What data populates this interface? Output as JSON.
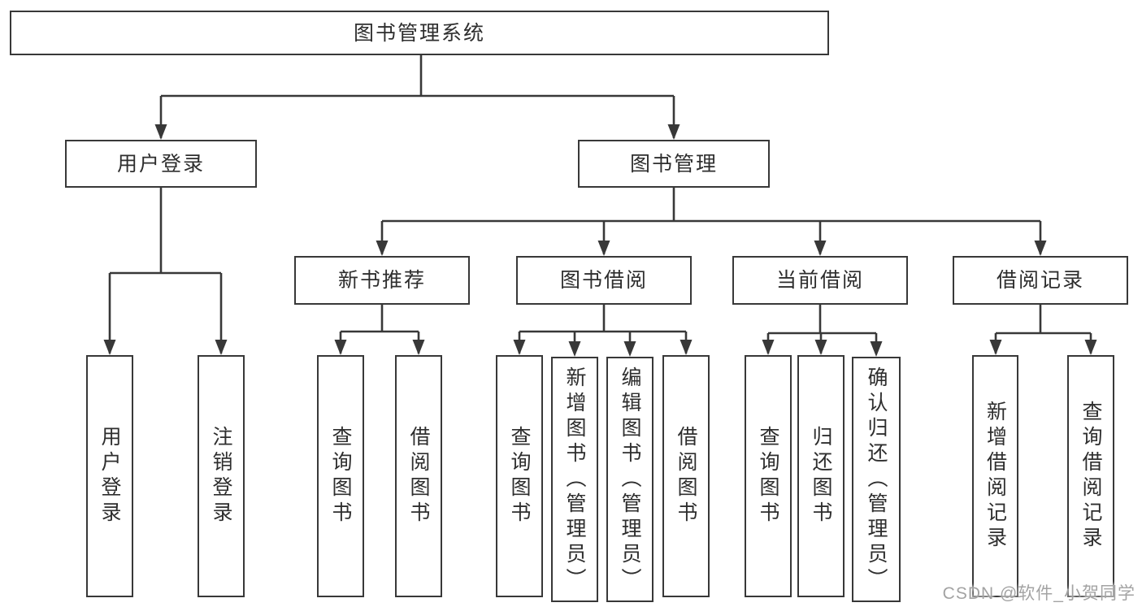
{
  "diagram": {
    "title": "图书管理系统",
    "login_branch": {
      "label": "用户登录",
      "children": [
        "用户登录",
        "注销登录"
      ]
    },
    "management_branch": {
      "label": "图书管理",
      "sections": [
        {
          "label": "新书推荐",
          "children": [
            "查询图书",
            "借阅图书"
          ]
        },
        {
          "label": "图书借阅",
          "children": [
            "查询图书",
            "新增图书（管理员）",
            "编辑图书（管理员）",
            "借阅图书"
          ]
        },
        {
          "label": "当前借阅",
          "children": [
            "查询图书",
            "归还图书",
            "确认归还（管理员）"
          ]
        },
        {
          "label": "借阅记录",
          "children": [
            "新增借阅记录",
            "查询借阅记录"
          ]
        }
      ]
    }
  },
  "watermark": {
    "text": "CSDN @软件_小贺同学"
  },
  "colors": {
    "line": "#383838",
    "border": "#383838",
    "text": "#2e2e2e",
    "watermark": "#a3a3a3",
    "background": "#ffffff"
  }
}
